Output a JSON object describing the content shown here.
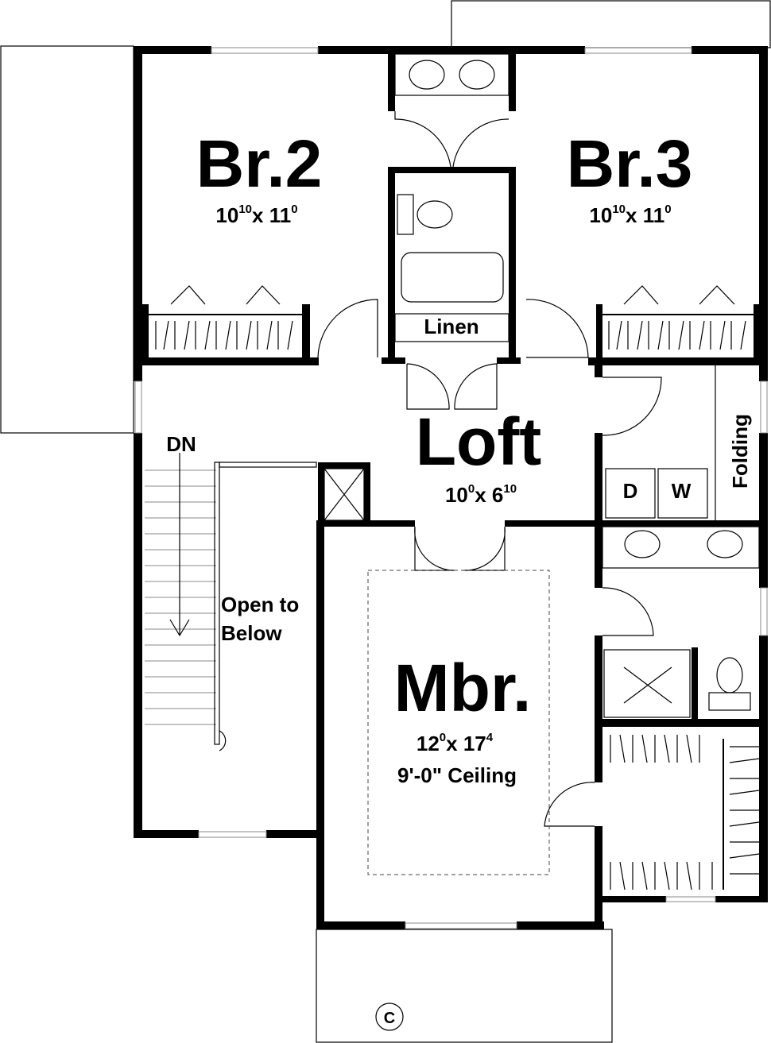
{
  "rooms": {
    "br2": {
      "name": "Br.2",
      "w_ft": "10",
      "w_in": "10",
      "sep": "x",
      "l_ft": "11",
      "l_in": "0"
    },
    "br3": {
      "name": "Br.3",
      "w_ft": "10",
      "w_in": "10",
      "sep": "x",
      "l_ft": "11",
      "l_in": "0"
    },
    "loft": {
      "name": "Loft",
      "w_ft": "10",
      "w_in": "0",
      "sep": "x",
      "l_ft": "6",
      "l_in": "10"
    },
    "mbr": {
      "name": "Mbr.",
      "w_ft": "12",
      "w_in": "0",
      "sep": "x",
      "l_ft": "17",
      "l_in": "4",
      "ceiling": "9'-0\" Ceiling"
    }
  },
  "labels": {
    "linen": "Linen",
    "stairs": "DN",
    "open_line1": "Open to",
    "open_line2": "Below",
    "folding": "Folding",
    "dryer": "D",
    "washer": "W",
    "section_marker": "C"
  }
}
